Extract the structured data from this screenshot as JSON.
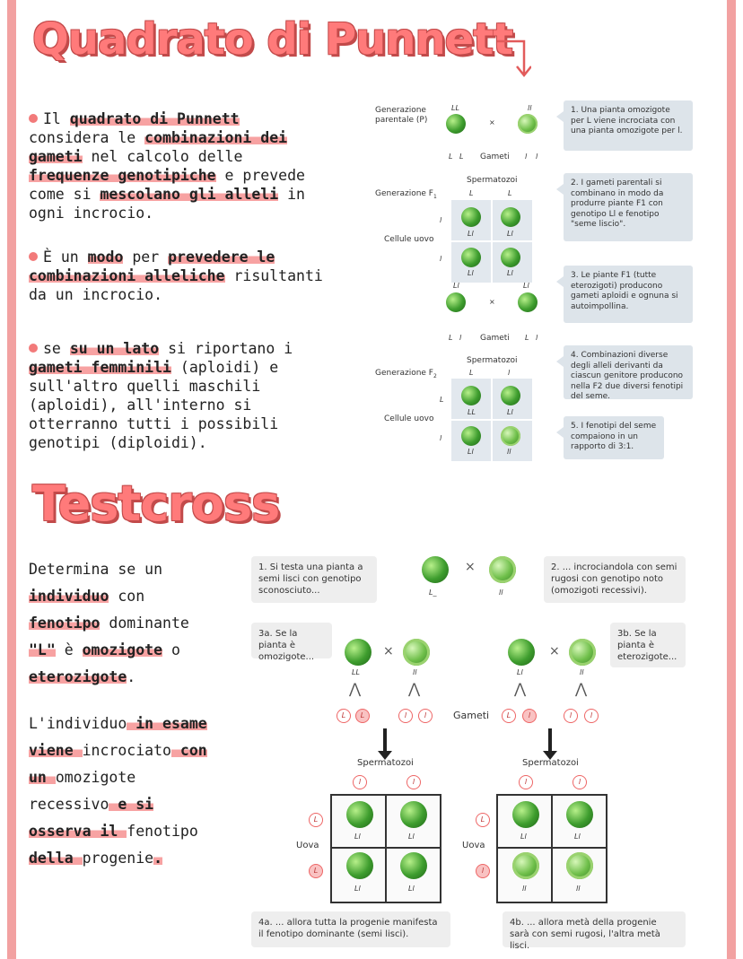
{
  "title1": "Quadrato di Punnett",
  "title2": "Testcross",
  "punnett_bullets": [
    [
      "Il ",
      "quadrato di Punnett",
      " considera le ",
      "combinazioni dei gameti",
      " nel calcolo delle ",
      "frequenze genotipiche",
      " e prevede come si ",
      "mescolano gli alleli",
      " in ogni incrocio."
    ],
    [
      "È un ",
      "modo",
      " per ",
      "prevedere le combinazioni alleliche",
      " risultanti da un incrocio."
    ],
    [
      "se ",
      "su un lato",
      " si riportano i ",
      "gameti femminili",
      " (aploidi) e sull'altro quelli maschili (aploidi), all'interno si otterranno tutti i possibili genotipi (diploidi)."
    ]
  ],
  "diagram1": {
    "gen_p": "Generazione parentale (P)",
    "gen_f1": "Generazione F",
    "gen_f1_sub": "1",
    "gen_f2": "Generazione F",
    "gen_f2_sub": "2",
    "gameti": "Gameti",
    "spermatozoi": "Spermatozoi",
    "cellule_uovo": "Cellule uovo",
    "LL": "LL",
    "ll": "ll",
    "L": "L",
    "l": "l",
    "Ll": "Ll",
    "x": "×",
    "notes": [
      "1. Una pianta omozigote per L viene incrociata con una pianta omozigote per l.",
      "2. I gameti parentali si combinano in modo da produrre piante F1 con genotipo Ll e fenotipo \"seme liscio\".",
      "3. Le piante F1 (tutte eterozigoti) producono gameti aploidi e ognuna si autoimpollina.",
      "4. Combinazioni diverse degli alleli derivanti da ciascun genitore producono nella F2 due diversi fenotipi del seme.",
      "5. I fenotipi del seme compaiono in un rapporto di 3:1."
    ]
  },
  "testcross_bullets": [
    [
      "Determina se un ",
      "individuo",
      " con ",
      "fenotipo",
      " dominante ",
      "\"L\"",
      " è ",
      "omozigote",
      " o ",
      "eterozigote",
      "."
    ],
    [
      "L'individuo",
      " in esame viene ",
      "incrociato",
      " con un ",
      "omozigote recessivo",
      " e si osserva il ",
      "fenotipo",
      " della ",
      "progenie",
      "."
    ]
  ],
  "diagram2": {
    "c1": "1. Si testa una pianta a semi lisci con genotipo sconosciuto...",
    "c2": "2. ... incrociandola con semi rugosi con genotipo noto (omozigoti recessivi).",
    "c3a": "3a. Se la pianta è omozigote...",
    "c3b": "3b. Se la pianta è eterozigote...",
    "c4a": "4a. ... allora tutta la progenie manifesta il fenotipo dominante (semi lisci).",
    "c4b": "4b. ... allora metà della progenie sarà con semi rugosi, l'altra metà lisci.",
    "gameti": "Gameti",
    "spermatozoi": "Spermatozoi",
    "uova": "Uova",
    "L_": "L_",
    "LL": "LL",
    "ll": "ll",
    "Ll": "Ll",
    "L": "L",
    "l": "l",
    "x": "×"
  }
}
